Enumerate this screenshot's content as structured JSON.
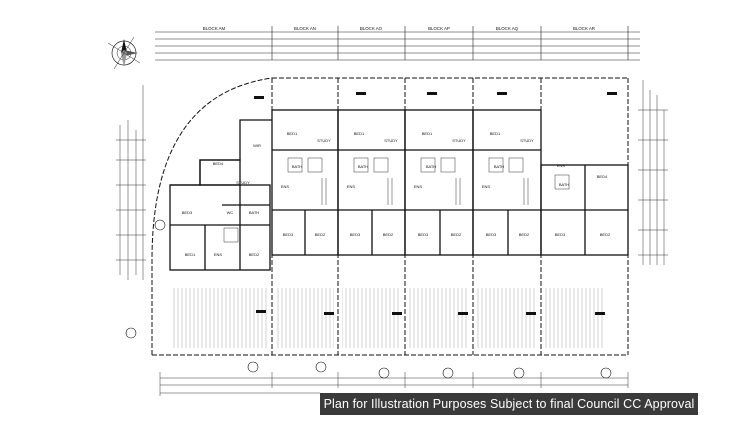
{
  "blocks": [
    "BLOCK AM",
    "BLOCK AN",
    "BLOCK AO",
    "BLOCK AP",
    "BLOCK AQ",
    "BLOCK AR"
  ],
  "rooms": {
    "study": "STUDY",
    "bed1": "BED1",
    "bed2": "BED2",
    "bed3": "BED3",
    "bed4": "BED4",
    "bath": "BATH",
    "ens": "ENS",
    "wir": "WIR",
    "wc": "WC"
  },
  "caption": "Plan for Illustration Purposes Subject to final Council CC Approval"
}
